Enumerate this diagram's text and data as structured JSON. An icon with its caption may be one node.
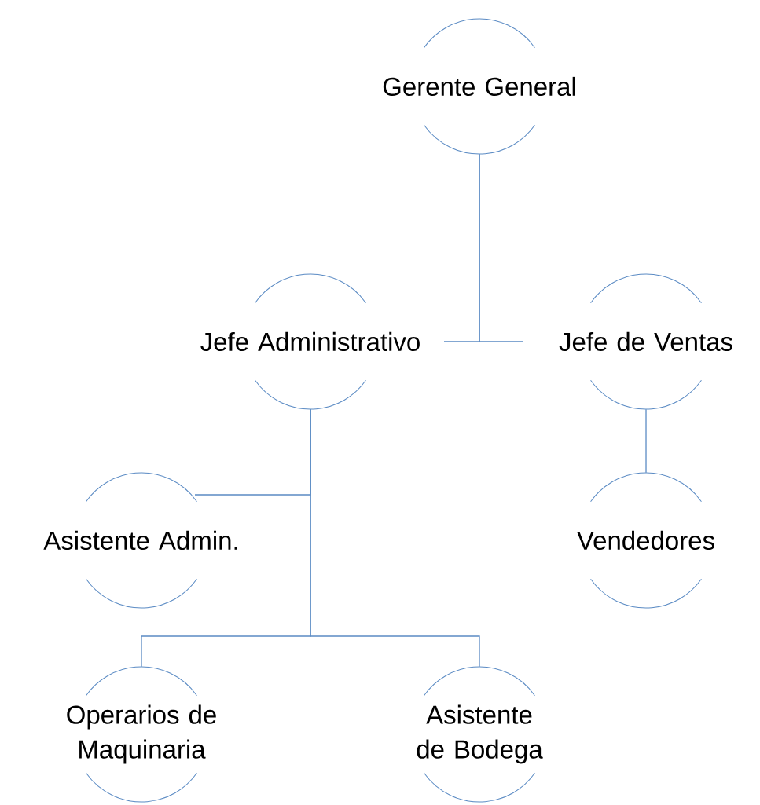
{
  "diagram": {
    "nodes": [
      {
        "text": [
          "Gerente General"
        ]
      },
      {
        "text": [
          "Jefe Administrativo"
        ]
      },
      {
        "text": [
          "Jefe de Ventas"
        ]
      },
      {
        "text": [
          "Asistente Admin."
        ]
      },
      {
        "text": [
          "Vendedores"
        ]
      },
      {
        "text": [
          "Operarios de Maquinaria"
        ]
      },
      {
        "text": [
          "Asistente de Bodega"
        ]
      }
    ],
    "edges": [
      {
        "from": 0,
        "to": 1,
        "arrow": "none"
      },
      {
        "from": 0,
        "to": 2,
        "arrow": "none"
      },
      {
        "from": 1,
        "to": 3,
        "arrow": "none"
      },
      {
        "from": 1,
        "to": 5,
        "arrow": "none"
      },
      {
        "from": 1,
        "to": 6,
        "arrow": "none"
      },
      {
        "from": 2,
        "to": 4,
        "arrow": "none"
      }
    ]
  }
}
